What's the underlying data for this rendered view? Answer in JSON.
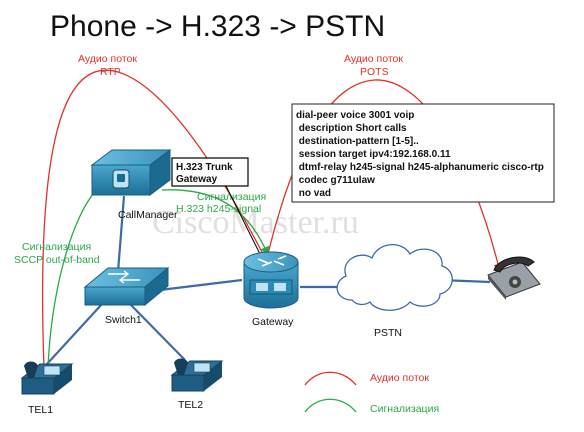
{
  "title": "Phone -> H.323 -> PSTN",
  "watermark": "CiscoMaster.ru",
  "labels": {
    "rtp_line1": "Аудио поток",
    "rtp_line2": "RTP",
    "pots_line1": "Аудио поток",
    "pots_line2": "POTS",
    "h245_line1": "Сигнализация",
    "h245_line2": "H.323 h245-signal",
    "sccp_line1": "Сигнализация",
    "sccp_line2": "SCCP out-of-band"
  },
  "nodes": {
    "callmanager": "CallManager",
    "switch": "Switch1",
    "gateway": "Gateway",
    "pstn": "PSTN",
    "tel1": "TEL1",
    "tel2": "TEL2"
  },
  "trunk_box": {
    "line1": "H.323 Trunk",
    "line2": "Gateway"
  },
  "config_lines": [
    "dial-peer voice 3001 voip",
    " description Short calls",
    " destination-pattern [1-5]..",
    " session target ipv4:192.168.0.11",
    " dtmf-relay h245-signal h245-alphanumeric cisco-rtp",
    " codec g711ulaw",
    " no vad"
  ],
  "legend": {
    "audio": "Аудио поток",
    "signal": "Сигнализация"
  },
  "colors": {
    "audio": "#e0322b",
    "signal": "#2aa84a",
    "device": "#2a7fa8",
    "link": "#3f6aa8"
  }
}
